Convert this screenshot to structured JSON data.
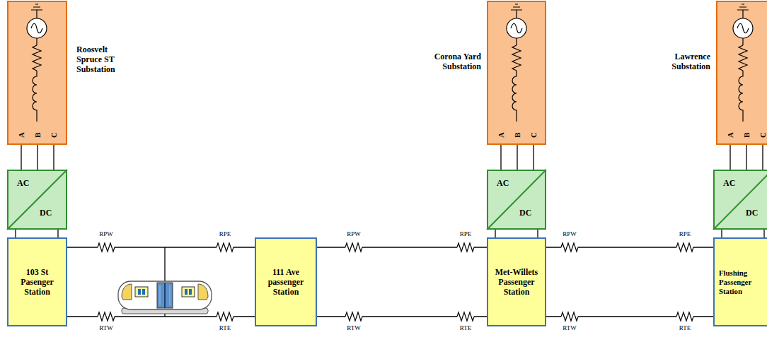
{
  "diagram": {
    "nodes": [
      {
        "text": [
          "Roosvelt Spruce ST Substation",
          "A",
          "B",
          "C"
        ]
      },
      {
        "text": [
          "Corona Yard Substation",
          "A",
          "B",
          "C"
        ]
      },
      {
        "text": [
          "Lawrence Substation",
          "A",
          "B",
          "C"
        ]
      },
      {
        "text": [
          "AC",
          "DC"
        ]
      },
      {
        "text": [
          "AC",
          "DC"
        ]
      },
      {
        "text": [
          "AC",
          "DC"
        ]
      },
      {
        "text": [
          "103 St Pasenger Station"
        ]
      },
      {
        "text": [
          "111 Ave passenger Station"
        ]
      },
      {
        "text": [
          "Met-Willets Passenger Station"
        ]
      },
      {
        "text": [
          "Flushing Passenger Station"
        ]
      }
    ],
    "edges": [
      {
        "from": 0,
        "to": 3,
        "arrow": "none"
      },
      {
        "from": 0,
        "to": 3,
        "arrow": "none"
      },
      {
        "from": 0,
        "to": 3,
        "arrow": "none"
      },
      {
        "from": 1,
        "to": 4,
        "arrow": "none"
      },
      {
        "from": 1,
        "to": 4,
        "arrow": "none"
      },
      {
        "from": 1,
        "to": 4,
        "arrow": "none"
      },
      {
        "from": 2,
        "to": 5,
        "arrow": "none"
      },
      {
        "from": 2,
        "to": 5,
        "arrow": "none"
      },
      {
        "from": 2,
        "to": 5,
        "arrow": "none"
      },
      {
        "from": 3,
        "to": 6,
        "arrow": "none"
      },
      {
        "from": 3,
        "to": 6,
        "arrow": "none"
      },
      {
        "from": 4,
        "to": 8,
        "arrow": "none"
      },
      {
        "from": 4,
        "to": 8,
        "arrow": "none"
      },
      {
        "from": 5,
        "to": 9,
        "arrow": "none"
      },
      {
        "from": 5,
        "to": 9,
        "arrow": "none"
      },
      {
        "from": 6,
        "to": 7,
        "arrow": "none"
      },
      {
        "from": 6,
        "to": 7,
        "arrow": "none"
      },
      {
        "from": 7,
        "to": 8,
        "arrow": "none"
      },
      {
        "from": 7,
        "to": 8,
        "arrow": "none"
      },
      {
        "from": 8,
        "to": 9,
        "arrow": "none"
      },
      {
        "from": 8,
        "to": 9,
        "arrow": "none"
      }
    ],
    "labels": [
      "RPW",
      "RPE",
      "RPW",
      "RPE",
      "RPW",
      "RPE",
      "RTW",
      "RTE",
      "RTW",
      "RTE",
      "RTW",
      "RTE"
    ]
  }
}
